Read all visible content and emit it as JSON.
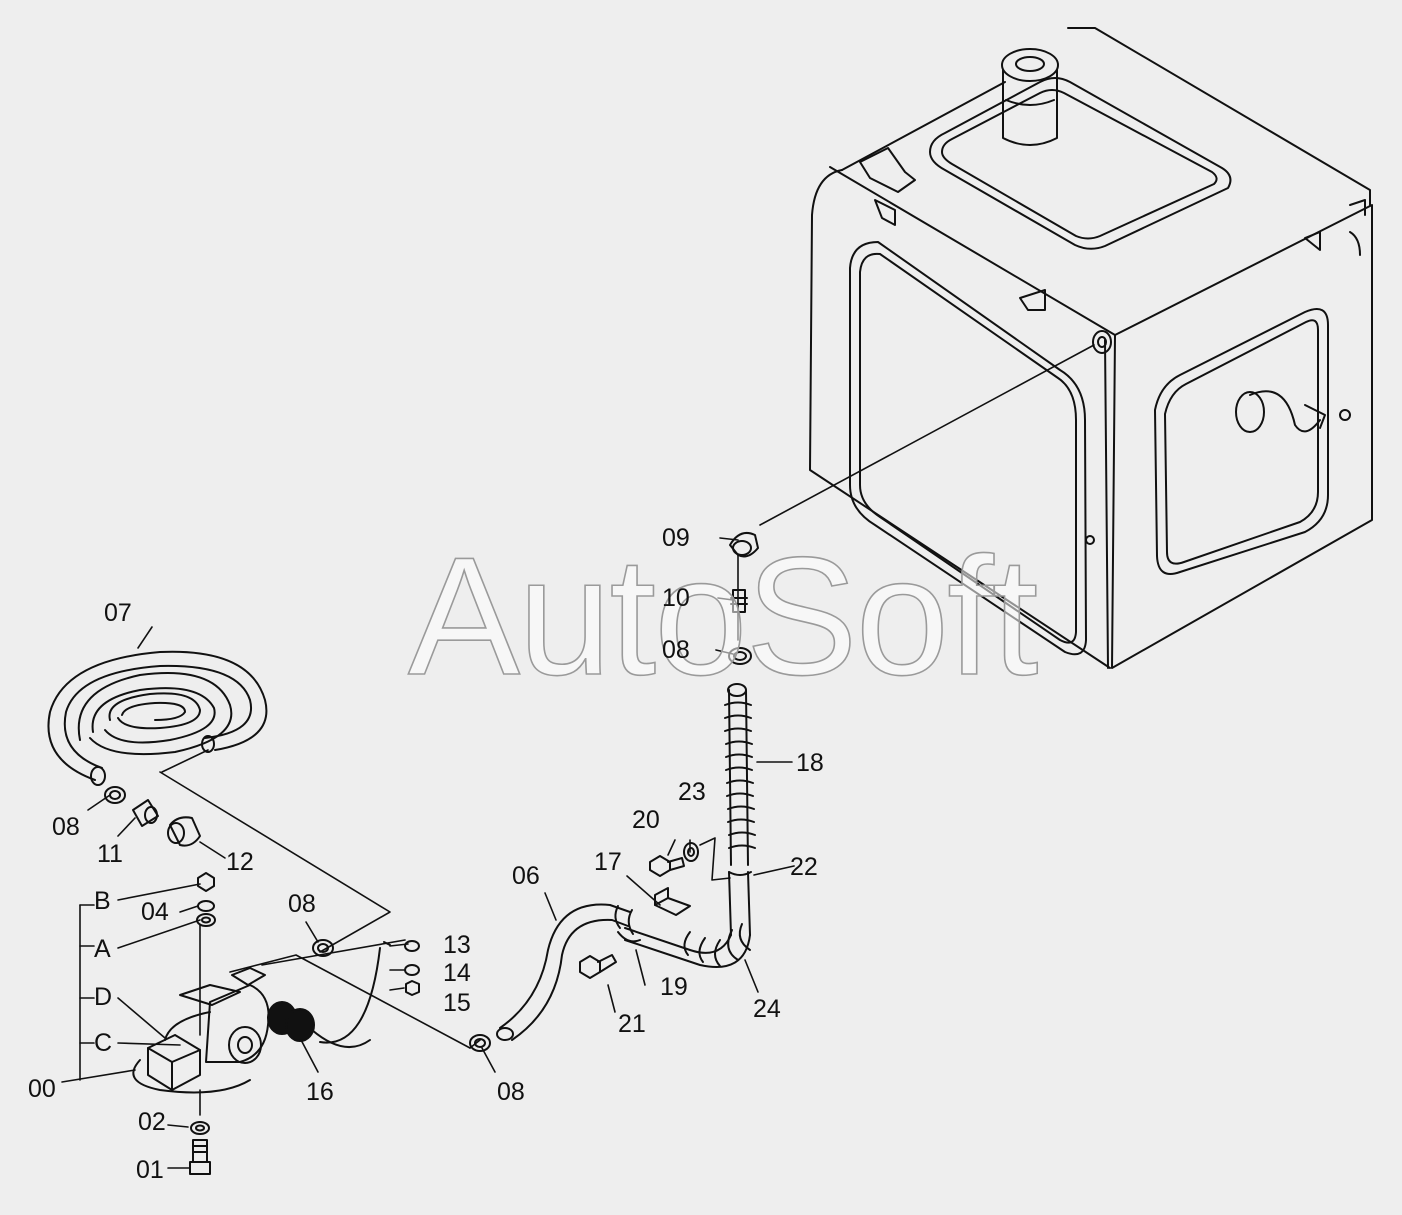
{
  "watermark": "AutoSoft",
  "callouts": {
    "p00": "00",
    "p01": "01",
    "p02": "02",
    "p04": "04",
    "p06": "06",
    "p07": "07",
    "p08a": "08",
    "p08b": "08",
    "p08c": "08",
    "p08d": "08",
    "p09": "09",
    "p10": "10",
    "p11": "11",
    "p12": "12",
    "p13": "13",
    "p14": "14",
    "p15": "15",
    "p16": "16",
    "p17": "17",
    "p18": "18",
    "p19": "19",
    "p20": "20",
    "p21": "21",
    "p22": "22",
    "p23": "23",
    "p24": "24",
    "pA": "A",
    "pB": "B",
    "pC": "C",
    "pD": "D"
  },
  "colors": {
    "line": "#111111",
    "background": "#eeeeee"
  }
}
